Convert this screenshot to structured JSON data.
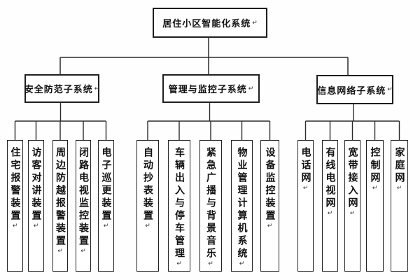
{
  "diagram": {
    "root_label": "居住小区智能化系统",
    "branches": [
      {
        "label": "安全防范子系统",
        "children": [
          "住宅报警装置",
          "访客对讲装置",
          "周边防越报警装置",
          "闭路电视监控装置",
          "电子巡更装置"
        ]
      },
      {
        "label": "管理与监控子系统",
        "children": [
          "自动抄表装置",
          "车辆出入与停车管理",
          "紧急广播与背景音乐",
          "物业管理计算机系统",
          "设备监控装置"
        ]
      },
      {
        "label": "信息网络子系统",
        "children": [
          "电话网",
          "有线电视网",
          "宽带接入网",
          "控制网",
          "家庭网"
        ]
      }
    ],
    "marks": {
      "paragraph_mark": "↵"
    },
    "colors": {
      "line": "#2b2b2b",
      "border": "#1f1f1f",
      "background": "#ffffff",
      "text": "#111111"
    }
  }
}
